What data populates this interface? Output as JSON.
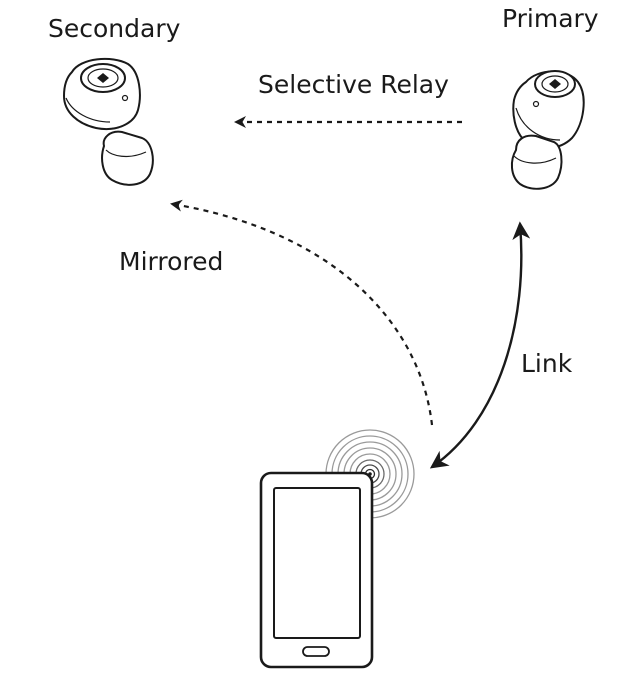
{
  "labels": {
    "secondary": "Secondary",
    "primary": "Primary",
    "selective_relay": "Selective Relay",
    "mirrored": "Mirrored",
    "link": "Link"
  },
  "icons": {
    "secondary_device": "earbud-icon",
    "primary_device": "earbud-icon",
    "source_device": "smartphone-icon",
    "signal": "wireless-signal-icon"
  },
  "colors": {
    "line": "#1a1a1a",
    "signal_rings": "#9a9a9a",
    "background": "#ffffff"
  }
}
